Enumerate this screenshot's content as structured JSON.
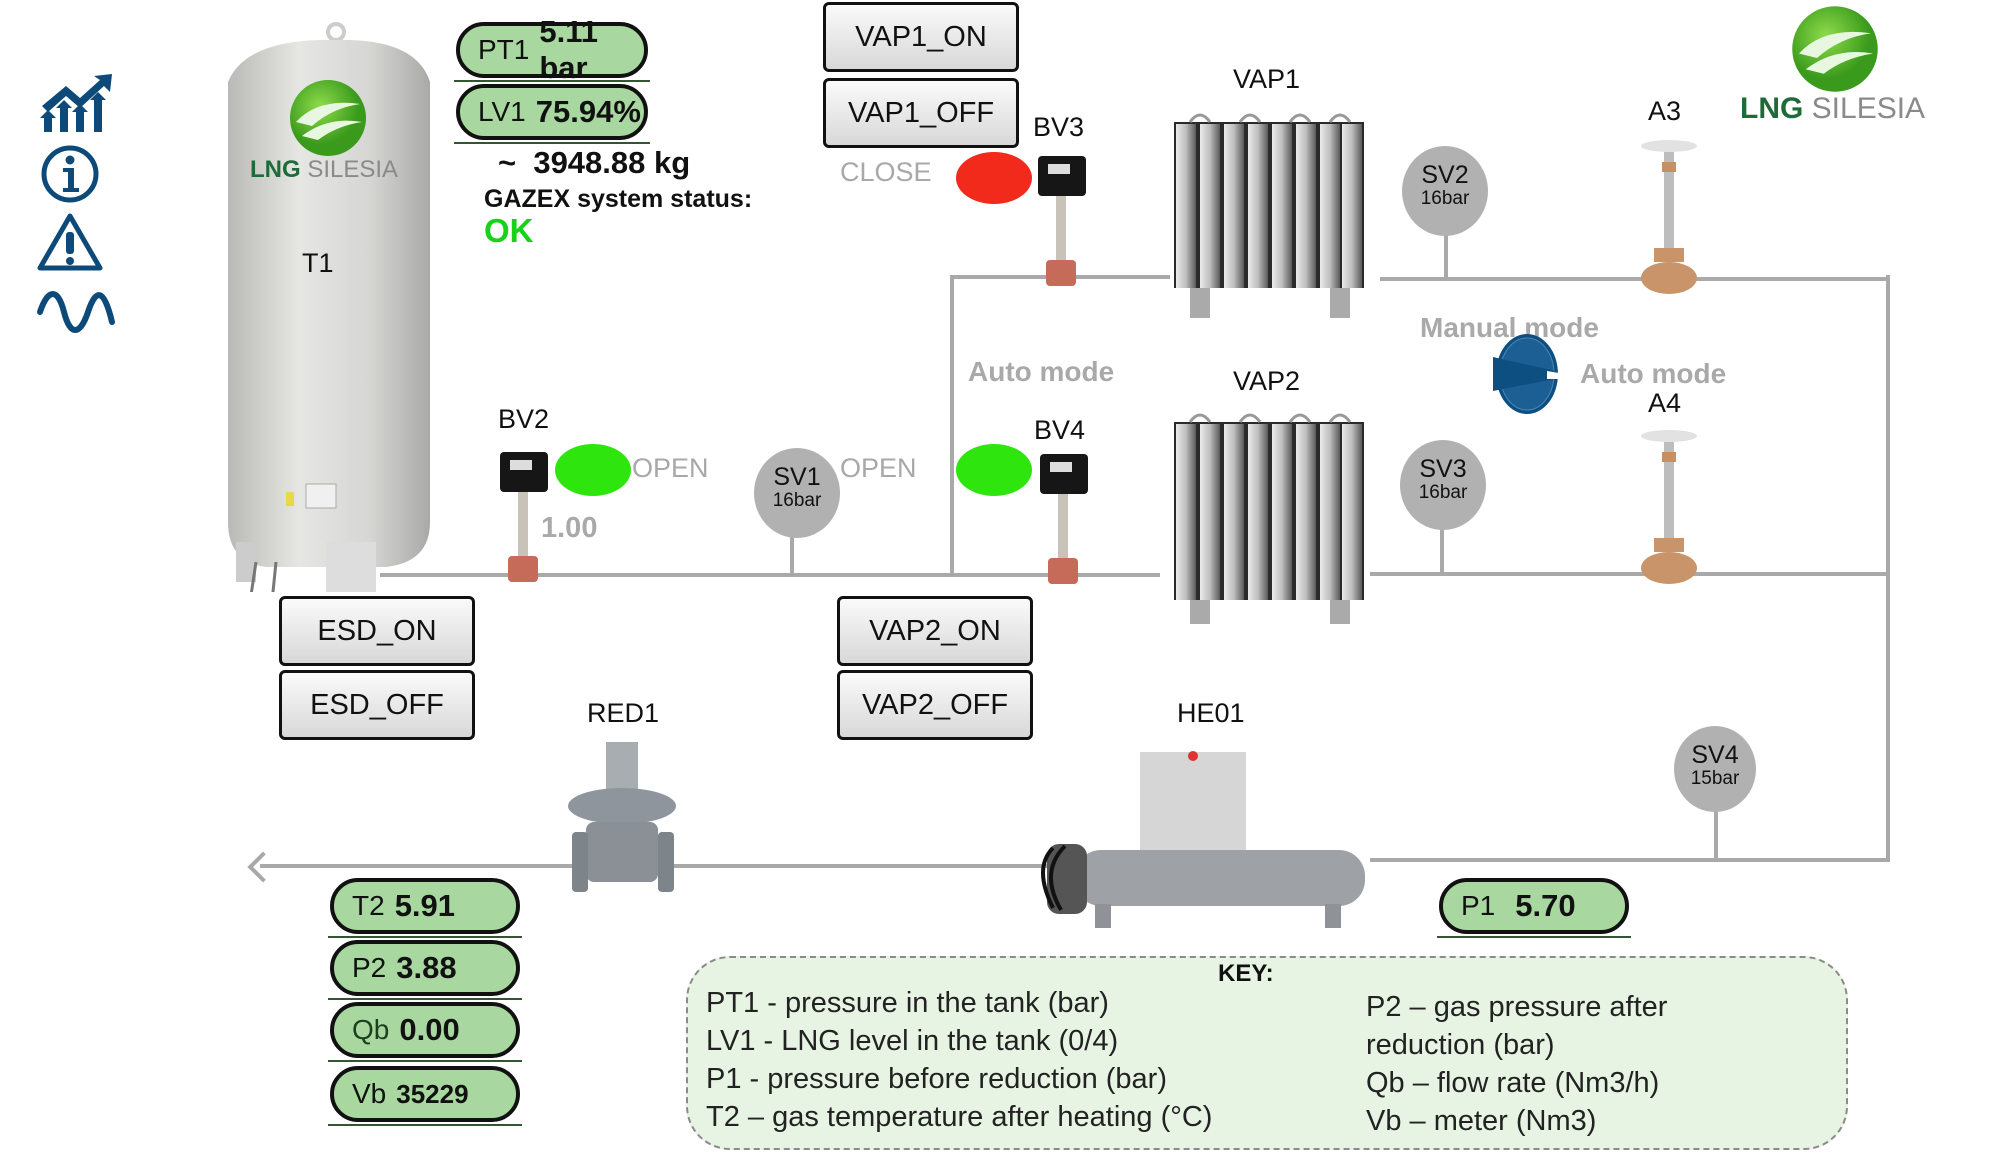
{
  "nav": {
    "icons": [
      {
        "name": "trend-chart-icon"
      },
      {
        "name": "info-icon"
      },
      {
        "name": "warning-icon"
      },
      {
        "name": "wave-icon"
      }
    ]
  },
  "brand": {
    "logo_bold": "LNG",
    "logo_light": " SILESIA"
  },
  "tank": {
    "label": "T1",
    "pt1_tag": "PT1",
    "pt1_value": "5.11 bar",
    "lv1_tag": "LV1",
    "lv1_value": "75.94%",
    "mass": "~  3948.88 kg",
    "gazex_label": "GAZEX system status:",
    "gazex_status": "OK"
  },
  "buttons": {
    "vap1_on": "VAP1_ON",
    "vap1_off": "VAP1_OFF",
    "vap2_on": "VAP2_ON",
    "vap2_off": "VAP2_OFF",
    "esd_on": "ESD_ON",
    "esd_off": "ESD_OFF"
  },
  "valves": {
    "bv2": {
      "label": "BV2",
      "state": "OPEN",
      "value": "1.00",
      "color": "#2ee60e"
    },
    "bv3": {
      "label": "BV3",
      "state": "CLOSE",
      "color": "#f12a1b"
    },
    "bv4": {
      "label": "BV4",
      "state": "OPEN",
      "color": "#2ee60e"
    },
    "a3": {
      "label": "A3"
    },
    "a4": {
      "label": "A4"
    }
  },
  "safety_valves": [
    {
      "id": "SV1",
      "pressure": "16bar"
    },
    {
      "id": "SV2",
      "pressure": "16bar"
    },
    {
      "id": "SV3",
      "pressure": "16bar"
    },
    {
      "id": "SV4",
      "pressure": "15bar"
    }
  ],
  "equipment": {
    "vap1": "VAP1",
    "vap2": "VAP2",
    "red1": "RED1",
    "he01": "HE01"
  },
  "modes": {
    "auto_left": "Auto mode",
    "manual": "Manual mode",
    "auto_right": "Auto mode"
  },
  "readings": {
    "t2_tag": "T2",
    "t2_value": "5.91",
    "p2_tag": "P2",
    "p2_value": "3.88",
    "qb_tag": "Qb",
    "qb_value": "0.00",
    "vb_tag": "Vb",
    "vb_value": "35229",
    "p1_tag": "P1",
    "p1_value": "5.70"
  },
  "key": {
    "title": "KEY:",
    "left": [
      "PT1 - pressure in the tank (bar)",
      "LV1 - LNG level in the tank (0/4)",
      "P1 - pressure before reduction (bar)",
      "T2 – gas temperature after heating (°C)"
    ],
    "right": [
      "P2 – gas pressure after",
      "reduction (bar)",
      "Qb – flow rate (Nm3/h)",
      "Vb – meter (Nm3)"
    ]
  },
  "colors": {
    "nav": "#0d4a7a",
    "pill": "#a8d8a0",
    "ok": "#18d218",
    "brand_green": "#1e6b3a"
  }
}
